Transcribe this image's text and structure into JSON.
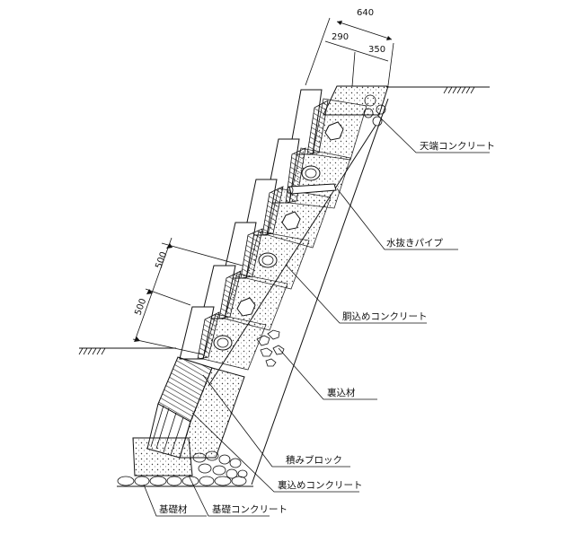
{
  "dimensions": {
    "total_width": "640",
    "part_a": "290",
    "part_b": "350",
    "riser_upper": "500",
    "riser_lower": "500"
  },
  "labels": {
    "crown_concrete": "天端コンクリート",
    "drain_pipe": "水抜きパイプ",
    "filling_concrete": "胴込めコンクリート",
    "backfill": "裏込材",
    "block": "積みブロック",
    "backfill_concrete": "裏込めコンクリート",
    "foundation_material": "基礎材",
    "foundation_concrete": "基礎コンクリート"
  }
}
